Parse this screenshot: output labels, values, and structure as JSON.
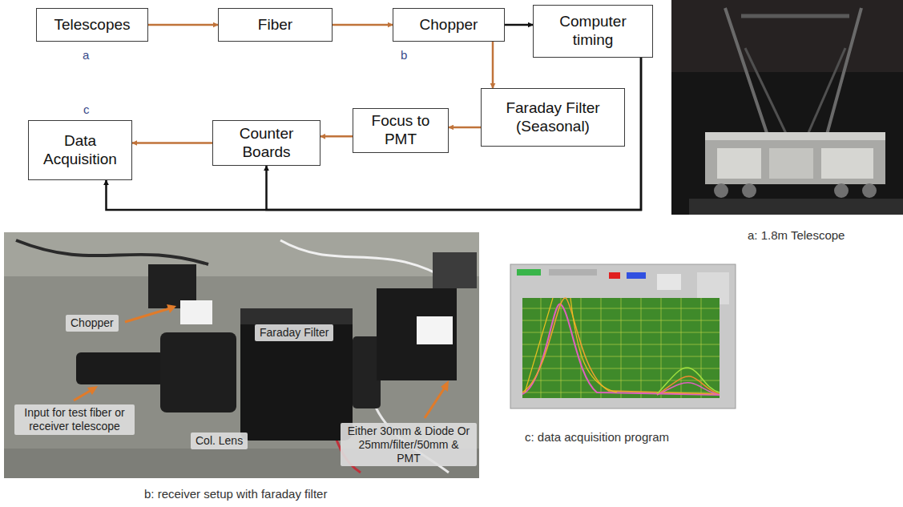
{
  "diagram": {
    "nodes": [
      {
        "text": [
          "Telescopes"
        ]
      },
      {
        "text": [
          "Fiber"
        ]
      },
      {
        "text": [
          "Chopper"
        ]
      },
      {
        "text": [
          "Computer timing"
        ]
      },
      {
        "text": [
          "Faraday Filter (Seasonal)"
        ]
      },
      {
        "text": [
          "Focus to PMT"
        ]
      },
      {
        "text": [
          "Counter Boards"
        ]
      },
      {
        "text": [
          "Data Acquisition"
        ]
      }
    ],
    "edges": [
      {
        "from": 0,
        "to": 1,
        "arrow": "to"
      },
      {
        "from": 1,
        "to": 2,
        "arrow": "to"
      },
      {
        "from": 2,
        "to": 4,
        "arrow": "to"
      },
      {
        "from": 4,
        "to": 5,
        "arrow": "to"
      },
      {
        "from": 5,
        "to": 6,
        "arrow": "to"
      },
      {
        "from": 6,
        "to": 7,
        "arrow": "to"
      },
      {
        "from": 2,
        "to": 3,
        "arrow": "to"
      },
      {
        "from": 3,
        "to": 7,
        "arrow": "to"
      },
      {
        "from": 3,
        "to": 6,
        "arrow": "to"
      }
    ],
    "labels": [
      "a",
      "b",
      "c",
      "a: 1.8m Telescope",
      "Chopper",
      "Faraday Filter",
      "Input for test fiber or receiver telescope",
      "Col. Lens",
      "Either 30mm & Diode Or 25mm/filter/50mm & PMT",
      "c: data acquisition program",
      "b: receiver setup with faraday filter"
    ]
  }
}
